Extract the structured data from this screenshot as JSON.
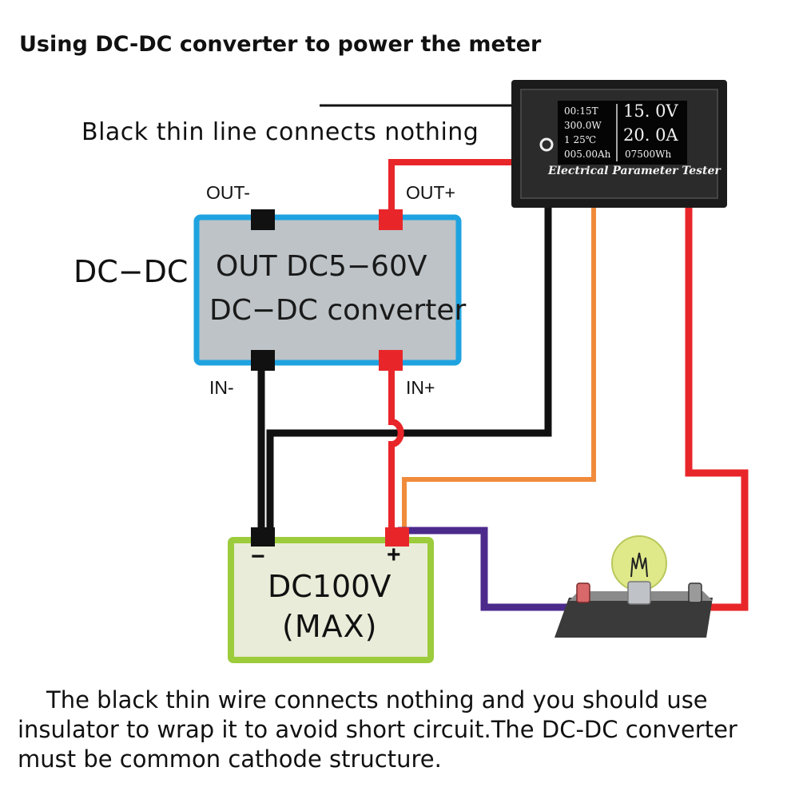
{
  "title": "Using DC-DC converter to power the meter",
  "thin_line_label": "Black thin line connects nothing",
  "module_label": "DC−DC",
  "converter": {
    "terminals": {
      "out_minus": "OUT-",
      "out_plus": "OUT+",
      "in_minus": "IN-",
      "in_plus": "IN+"
    },
    "line1": "OUT  DC5−60V",
    "line2": "DC−DC converter"
  },
  "meter": {
    "time": "00:15T",
    "power": "300.0W",
    "temp": "1  25℃",
    "amp_hours": "005.00Ah",
    "voltage": "15. 0V",
    "current": "20. 0A",
    "watt_hours": "07500Wh",
    "caption": "Electrical Parameter Tester"
  },
  "battery": {
    "minus": "−",
    "plus": "+",
    "line1": "DC100V",
    "line2": "(MAX)"
  },
  "footnote": {
    "line1": "The black thin wire connects nothing and you should use",
    "line2": "insulator to wrap it to avoid short circuit.The DC-DC converter",
    "line3": "must be common cathode structure."
  },
  "colors": {
    "wire_black": "#111111",
    "wire_red": "#e8262a",
    "wire_orange": "#f08b3c",
    "wire_purple": "#4b2a8c",
    "converter_fill": "#bdc3c7",
    "converter_border": "#1fa3e0",
    "battery_fill": "#e9ecd8",
    "battery_border": "#9ccc3c",
    "meter_body": "#1b1b1b",
    "bulb_glow": "#dfe98a"
  }
}
